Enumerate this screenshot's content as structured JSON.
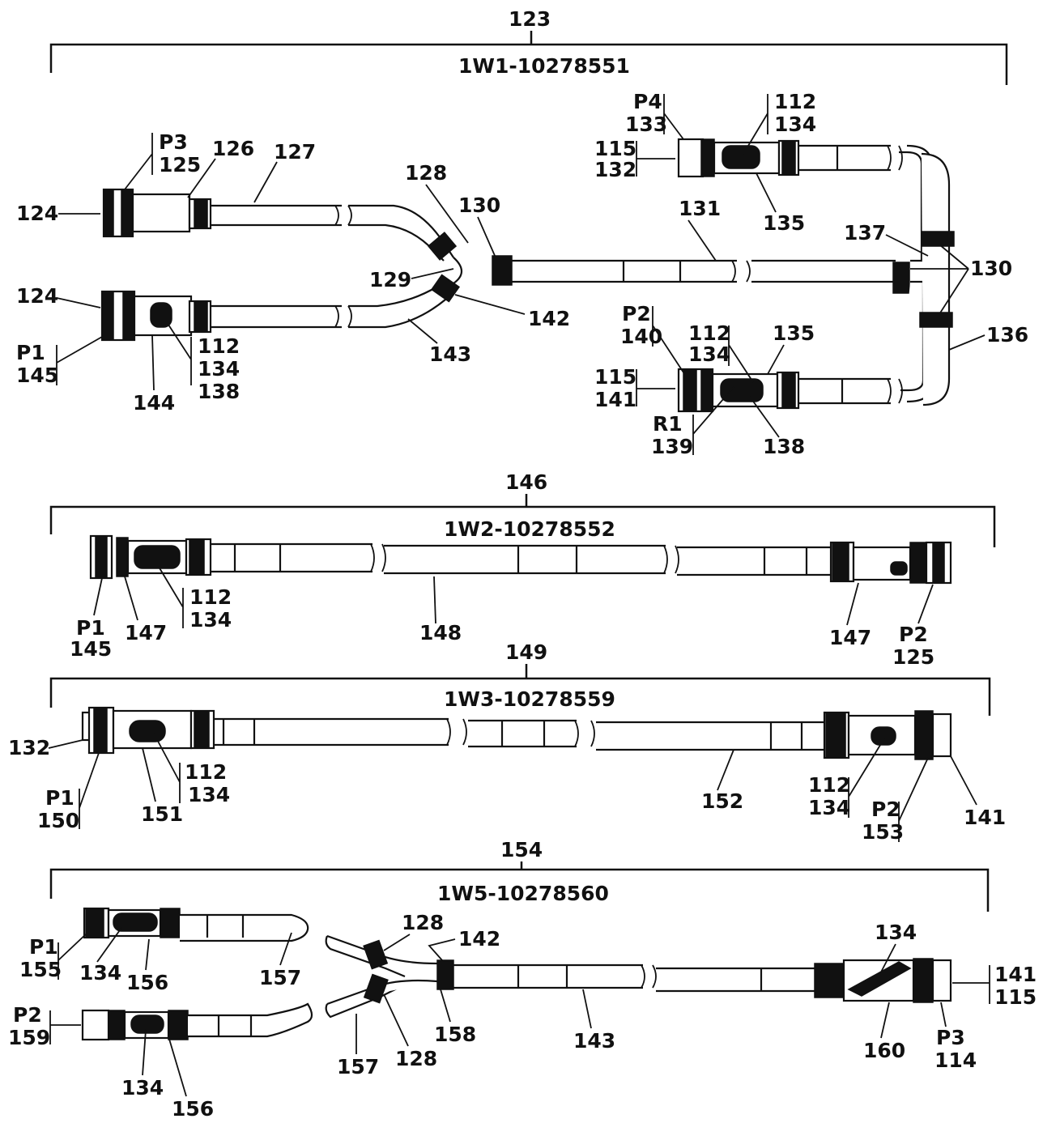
{
  "assemblies": [
    {
      "index": "123",
      "title": "1W1-10278551"
    },
    {
      "index": "146",
      "title": "1W2-10278552"
    },
    {
      "index": "149",
      "title": "1W3-10278559"
    },
    {
      "index": "154",
      "title": "1W5-10278560"
    }
  ],
  "callouts": {
    "w1": {
      "p3": "P3",
      "n125": "125",
      "n126": "126",
      "n127": "127",
      "n124a": "124",
      "n128": "128",
      "n130a": "130",
      "n129": "129",
      "n131": "131",
      "n124b": "124",
      "p1": "P1",
      "n145": "145",
      "n144": "144",
      "n112a": "112",
      "n134a": "134",
      "n138a": "138",
      "n143": "143",
      "n142": "142",
      "p4": "P4",
      "n133": "133",
      "n115a": "115",
      "n132": "132",
      "n112b": "112",
      "n134b": "134",
      "n135a": "135",
      "n137": "137",
      "n130b": "130",
      "p2": "P2",
      "n140": "140",
      "n115b": "115",
      "n141": "141",
      "n112c": "112",
      "n134c": "134",
      "n135b": "135",
      "n136": "136",
      "r1": "R1",
      "n139": "139",
      "n138b": "138"
    },
    "w2": {
      "p1": "P1",
      "n145": "145",
      "n147a": "147",
      "n112": "112",
      "n134": "134",
      "n148": "148",
      "n147b": "147",
      "p2": "P2",
      "n125": "125"
    },
    "w3": {
      "n132": "132",
      "p1": "P1",
      "n150": "150",
      "n151": "151",
      "n112a": "112",
      "n134a": "134",
      "n152": "152",
      "n112b": "112",
      "n134b": "134",
      "p2": "P2",
      "n153": "153",
      "n141": "141"
    },
    "w5": {
      "p1": "P1",
      "n155": "155",
      "n134a": "134",
      "n156a": "156",
      "n157a": "157",
      "n128a": "128",
      "n142": "142",
      "n143": "143",
      "n134b": "134",
      "n141": "141",
      "n115": "115",
      "p2": "P2",
      "n159": "159",
      "n134c": "134",
      "n156b": "156",
      "n157b": "157",
      "n128b": "128",
      "n158": "158",
      "n160": "160",
      "p3": "P3",
      "n114": "114"
    }
  }
}
